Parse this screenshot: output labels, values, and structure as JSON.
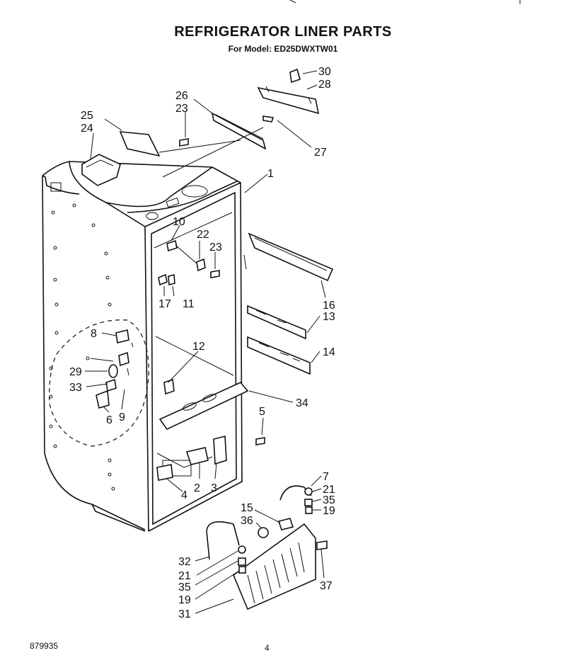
{
  "header": {
    "title": "REFRIGERATOR LINER PARTS",
    "subtitle": "For Model: ED25DWXTW01"
  },
  "footer": {
    "doc_number": "879935",
    "page_number": "4"
  },
  "callouts": [
    {
      "id": "c30",
      "label": "30"
    },
    {
      "id": "c28",
      "label": "28"
    },
    {
      "id": "c26",
      "label": "26"
    },
    {
      "id": "c23a",
      "label": "23"
    },
    {
      "id": "c25",
      "label": "25"
    },
    {
      "id": "c24",
      "label": "24"
    },
    {
      "id": "c27",
      "label": "27"
    },
    {
      "id": "c1",
      "label": "1"
    },
    {
      "id": "c10",
      "label": "10"
    },
    {
      "id": "c22",
      "label": "22"
    },
    {
      "id": "c23b",
      "label": "23"
    },
    {
      "id": "c17",
      "label": "17"
    },
    {
      "id": "c11",
      "label": "11"
    },
    {
      "id": "c16",
      "label": "16"
    },
    {
      "id": "c13",
      "label": "13"
    },
    {
      "id": "c14",
      "label": "14"
    },
    {
      "id": "c12",
      "label": "12"
    },
    {
      "id": "c8",
      "label": "8"
    },
    {
      "id": "c29",
      "label": "29"
    },
    {
      "id": "c33",
      "label": "33"
    },
    {
      "id": "c6",
      "label": "6"
    },
    {
      "id": "c9",
      "label": "9"
    },
    {
      "id": "c34",
      "label": "34"
    },
    {
      "id": "c5",
      "label": "5"
    },
    {
      "id": "c4",
      "label": "4"
    },
    {
      "id": "c2",
      "label": "2"
    },
    {
      "id": "c3",
      "label": "3"
    },
    {
      "id": "c7",
      "label": "7"
    },
    {
      "id": "c21a",
      "label": "21"
    },
    {
      "id": "c35a",
      "label": "35"
    },
    {
      "id": "c19a",
      "label": "19"
    },
    {
      "id": "c15",
      "label": "15"
    },
    {
      "id": "c36",
      "label": "36"
    },
    {
      "id": "c32",
      "label": "32"
    },
    {
      "id": "c21b",
      "label": "21"
    },
    {
      "id": "c35b",
      "label": "35"
    },
    {
      "id": "c19b",
      "label": "19"
    },
    {
      "id": "c31",
      "label": "31"
    },
    {
      "id": "c37",
      "label": "37"
    }
  ]
}
